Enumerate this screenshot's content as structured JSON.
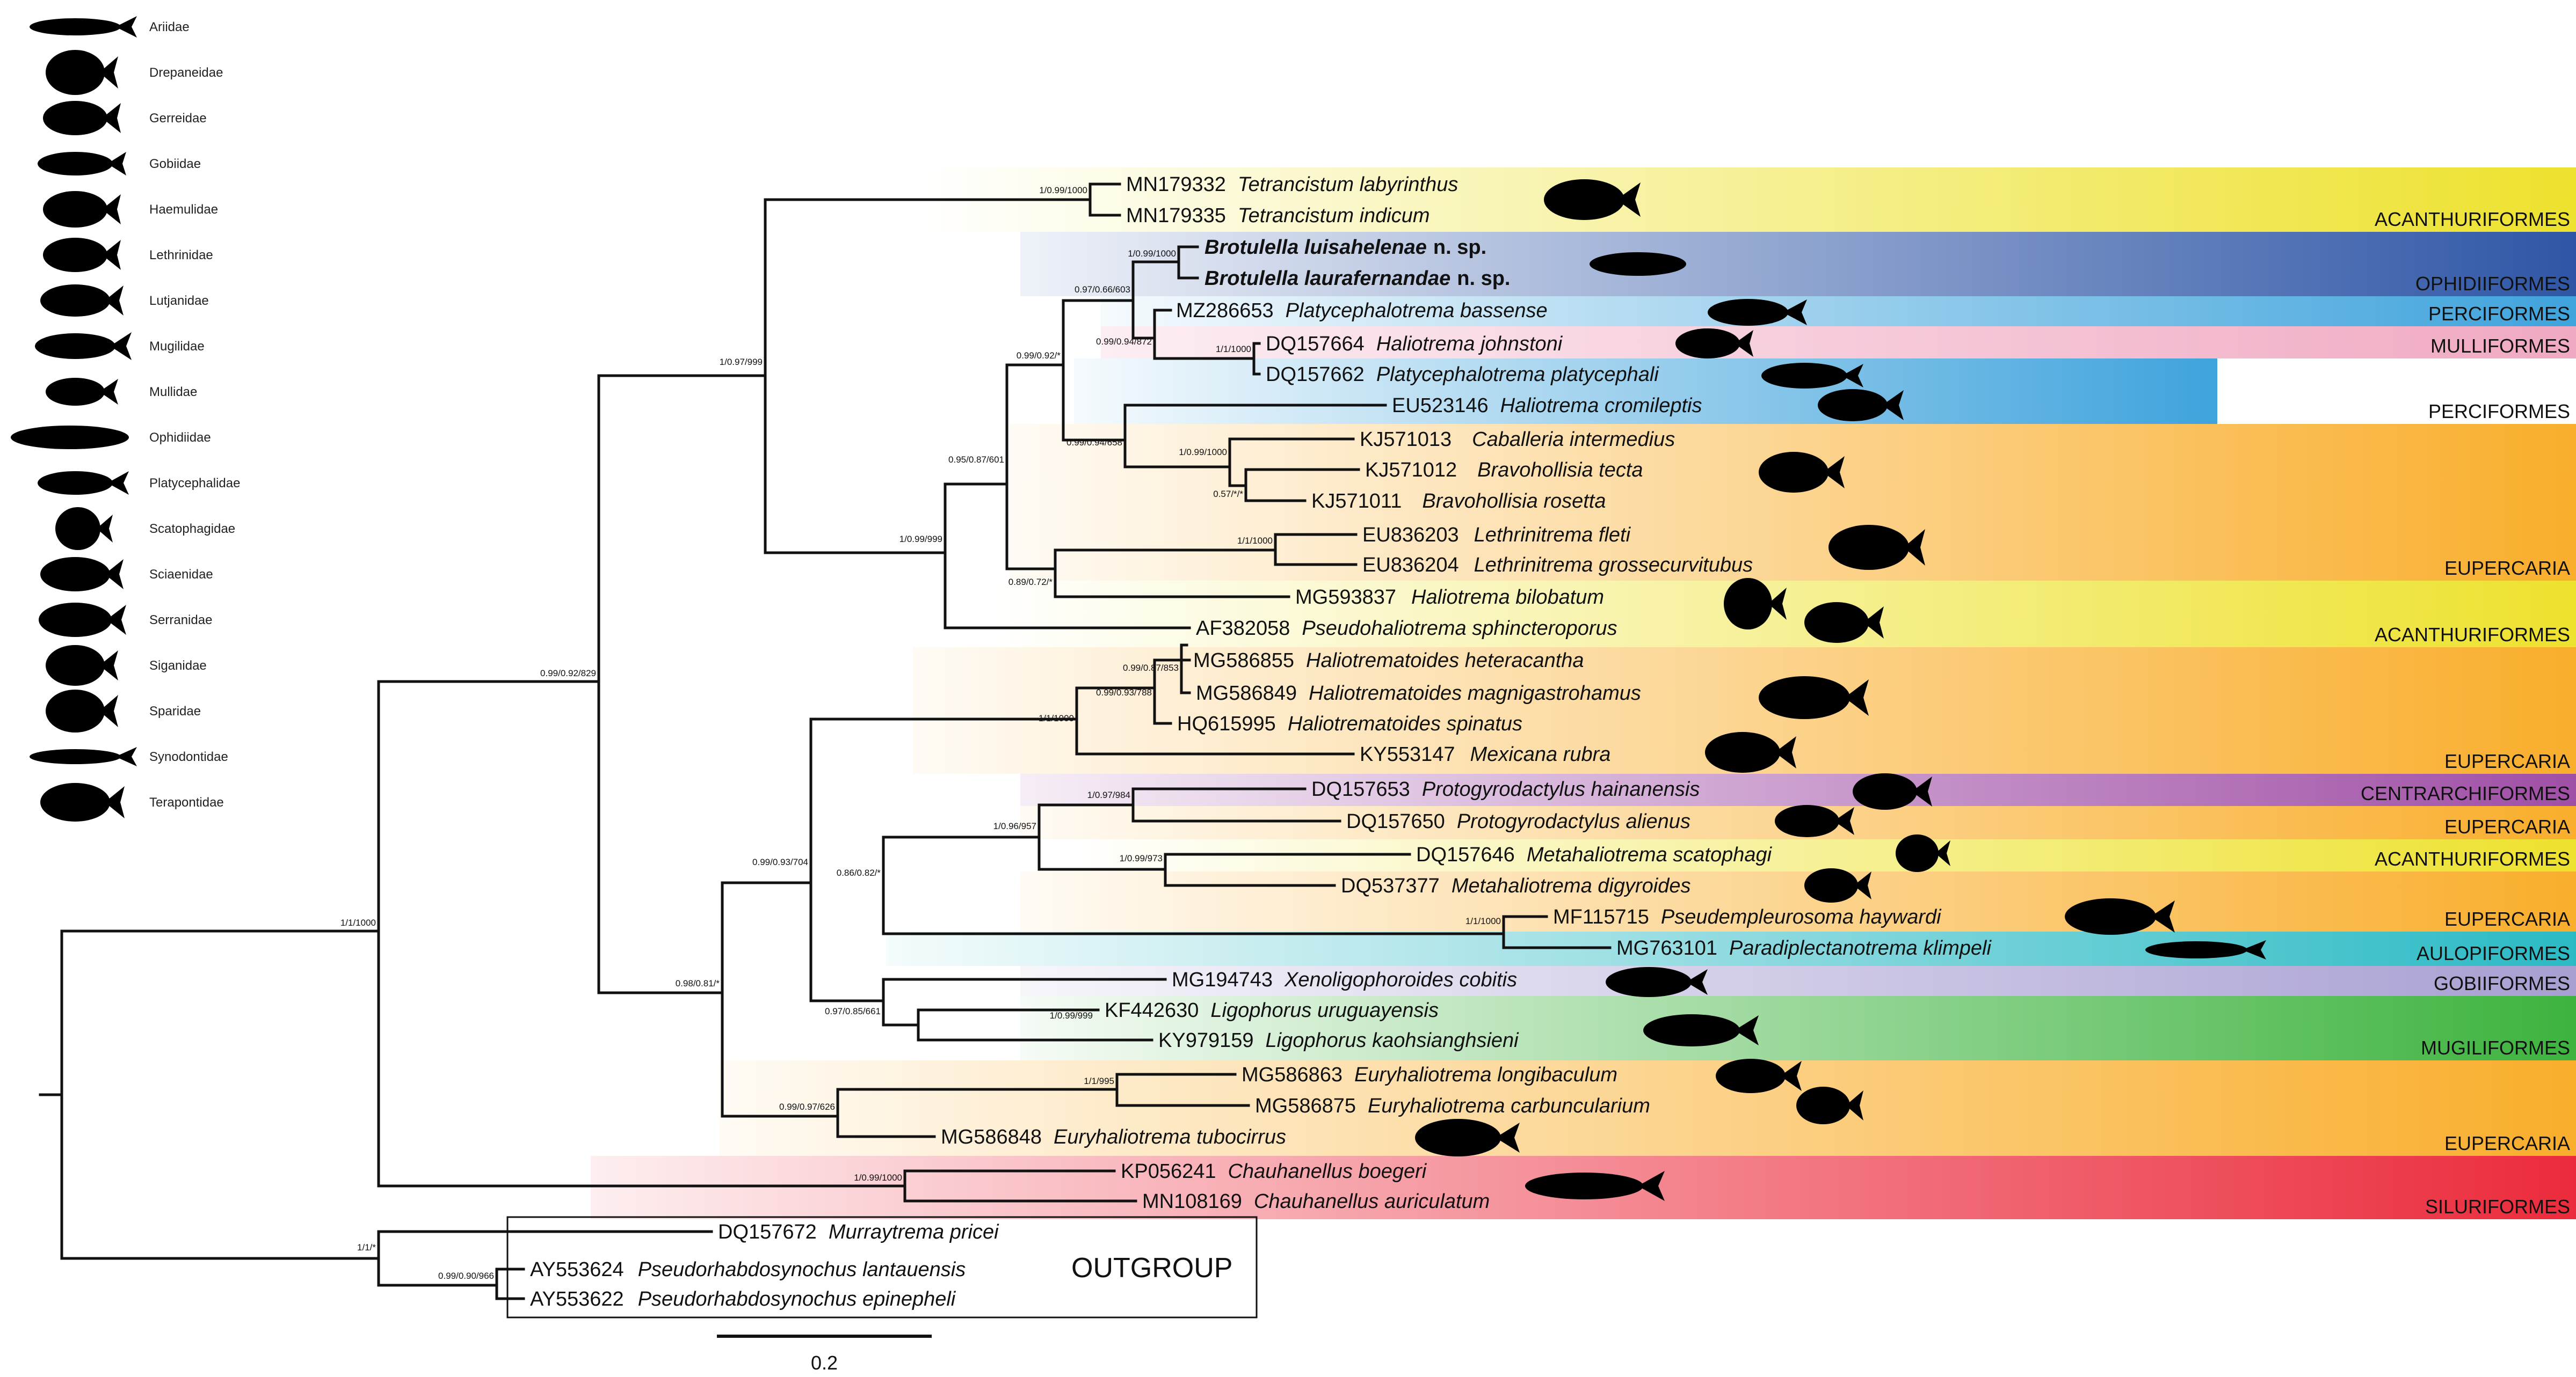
{
  "families": [
    "Ariidae",
    "Drepaneidae",
    "Gerreidae",
    "Gobiidae",
    "Haemulidae",
    "Lethrinidae",
    "Lutjanidae",
    "Mugilidae",
    "Mullidae",
    "Ophidiidae",
    "Platycephalidae",
    "Scatophagidae",
    "Sciaenidae",
    "Serranidae",
    "Siganidae",
    "Sparidae",
    "Synodontidae",
    "Terapontidae"
  ],
  "orders": [
    "ACANTHURIFORMES",
    "OPHIDIIFORMES",
    "PERCIFORMES",
    "MULLIFORMES",
    "PERCIFORMES",
    "EUPERCARIA",
    "ACANTHURIFORMES",
    "EUPERCARIA",
    "CENTRARCHIFORMES",
    "EUPERCARIA",
    "ACANTHURIFORMES",
    "EUPERCARIA",
    "AULOPIFORMES",
    "GOBIIFORMES",
    "MUGILIFORMES",
    "EUPERCARIA",
    "SILURIFORMES"
  ],
  "taxa": [
    {
      "acc": "MN179332",
      "name": "Tetrancistum labyrinthus"
    },
    {
      "acc": "MN179335",
      "name": "Tetrancistum indicum"
    },
    {
      "acc": "",
      "name": "Brotulella luisahelenae",
      "suffix": "n. sp."
    },
    {
      "acc": "",
      "name": "Brotulella laurafernandae",
      "suffix": "n. sp."
    },
    {
      "acc": "MZ286653",
      "name": "Platycephalotrema bassense"
    },
    {
      "acc": "DQ157664",
      "name": "Haliotrema johnstoni"
    },
    {
      "acc": "DQ157662",
      "name": "Platycephalotrema platycephali"
    },
    {
      "acc": "EU523146",
      "name": "Haliotrema cromileptis"
    },
    {
      "acc": "KJ571013",
      "name": "Caballeria intermedius"
    },
    {
      "acc": "KJ571012",
      "name": "Bravohollisia tecta"
    },
    {
      "acc": "KJ571011",
      "name": "Bravohollisia rosetta"
    },
    {
      "acc": "EU836203",
      "name": "Lethrinitrema fleti"
    },
    {
      "acc": "EU836204",
      "name": "Lethrinitrema grossecurvitubus"
    },
    {
      "acc": "MG593837",
      "name": "Haliotrema bilobatum"
    },
    {
      "acc": "AF382058",
      "name": "Pseudohaliotrema sphincteroporus"
    },
    {
      "acc": "MG586855",
      "name": "Haliotrematoides heteracantha"
    },
    {
      "acc": "MG586849",
      "name": "Haliotrematoides magnigastrohamus"
    },
    {
      "acc": "HQ615995",
      "name": "Haliotrematoides spinatus"
    },
    {
      "acc": "KY553147",
      "name": "Mexicana rubra"
    },
    {
      "acc": "DQ157653",
      "name": "Protogyrodactylus hainanensis"
    },
    {
      "acc": "DQ157650",
      "name": "Protogyrodactylus alienus"
    },
    {
      "acc": "DQ157646",
      "name": "Metahaliotrema scatophagi"
    },
    {
      "acc": "DQ537377",
      "name": "Metahaliotrema digyroides"
    },
    {
      "acc": "MF115715",
      "name": "Pseudempleurosoma haywardi"
    },
    {
      "acc": "MG763101",
      "name": "Paradiplectanotrema klimpeli"
    },
    {
      "acc": "MG194743",
      "name": "Xenoligophoroides cobitis"
    },
    {
      "acc": "KF442630",
      "name": "Ligophorus uruguayensis"
    },
    {
      "acc": "KY979159",
      "name": "Ligophorus kaohsianghsieni"
    },
    {
      "acc": "MG586863",
      "name": "Euryhaliotrema longibaculum"
    },
    {
      "acc": "MG586875",
      "name": "Euryhaliotrema carbuncularium"
    },
    {
      "acc": "MG586848",
      "name": "Euryhaliotrema tubocirrus"
    },
    {
      "acc": "KP056241",
      "name": "Chauhanellus boegeri"
    },
    {
      "acc": "MN108169",
      "name": "Chauhanellus auriculatum"
    },
    {
      "acc": "DQ157672",
      "name": "Murraytrema pricei"
    },
    {
      "acc": "AY553624",
      "name": "Pseudorhabdosynochus lantauensis"
    },
    {
      "acc": "AY553622",
      "name": "Pseudorhabdosynochus epinepheli"
    }
  ],
  "supports": [
    "1/0.99/1000",
    "1/0.99/1000",
    "0.97/0.66/603",
    "0.99/0.94/872",
    "1/1/1000",
    "0.99/0.92/*",
    "0.99/0.94/658",
    "1/0.99/1000",
    "0.57/*/*",
    "0.95/0.87/601",
    "1/1/1000",
    "0.89/0.72/*",
    "1/0.99/999",
    "1/0.97/999",
    "0.99/0.87/853",
    "0.99/0.93/788",
    "1/1/1000",
    "1/0.97/984",
    "1/0.96/957",
    "1/0.99/973",
    "0.86/0.82/*",
    "1/1/1000",
    "0.99/0.93/704",
    "0.97/0.85/661",
    "1/0.99/999",
    "1/1/995",
    "0.99/0.97/626",
    "0.98/0.81/*",
    "0.99/0.92/829",
    "1/0.99/1000",
    "1/1/1000",
    "1/1/*",
    "0.99/0.90/966"
  ],
  "outgroup_label": "OUTGROUP",
  "scale_label": "0.2",
  "colors": {
    "acanthuriformes": "#ece022",
    "ophidiiformes": "#2f56a6",
    "perciformes": "#3fa3dc",
    "mulliformes": "#f0a9c2",
    "eupercaria": "#f9ae2c",
    "centrarchiformes": "#a04fa6",
    "aulopiformes": "#2bbac4",
    "gobiiformes": "#a89fd2",
    "mugiliformes": "#3db33e",
    "siluriformes": "#eb2b3c"
  }
}
